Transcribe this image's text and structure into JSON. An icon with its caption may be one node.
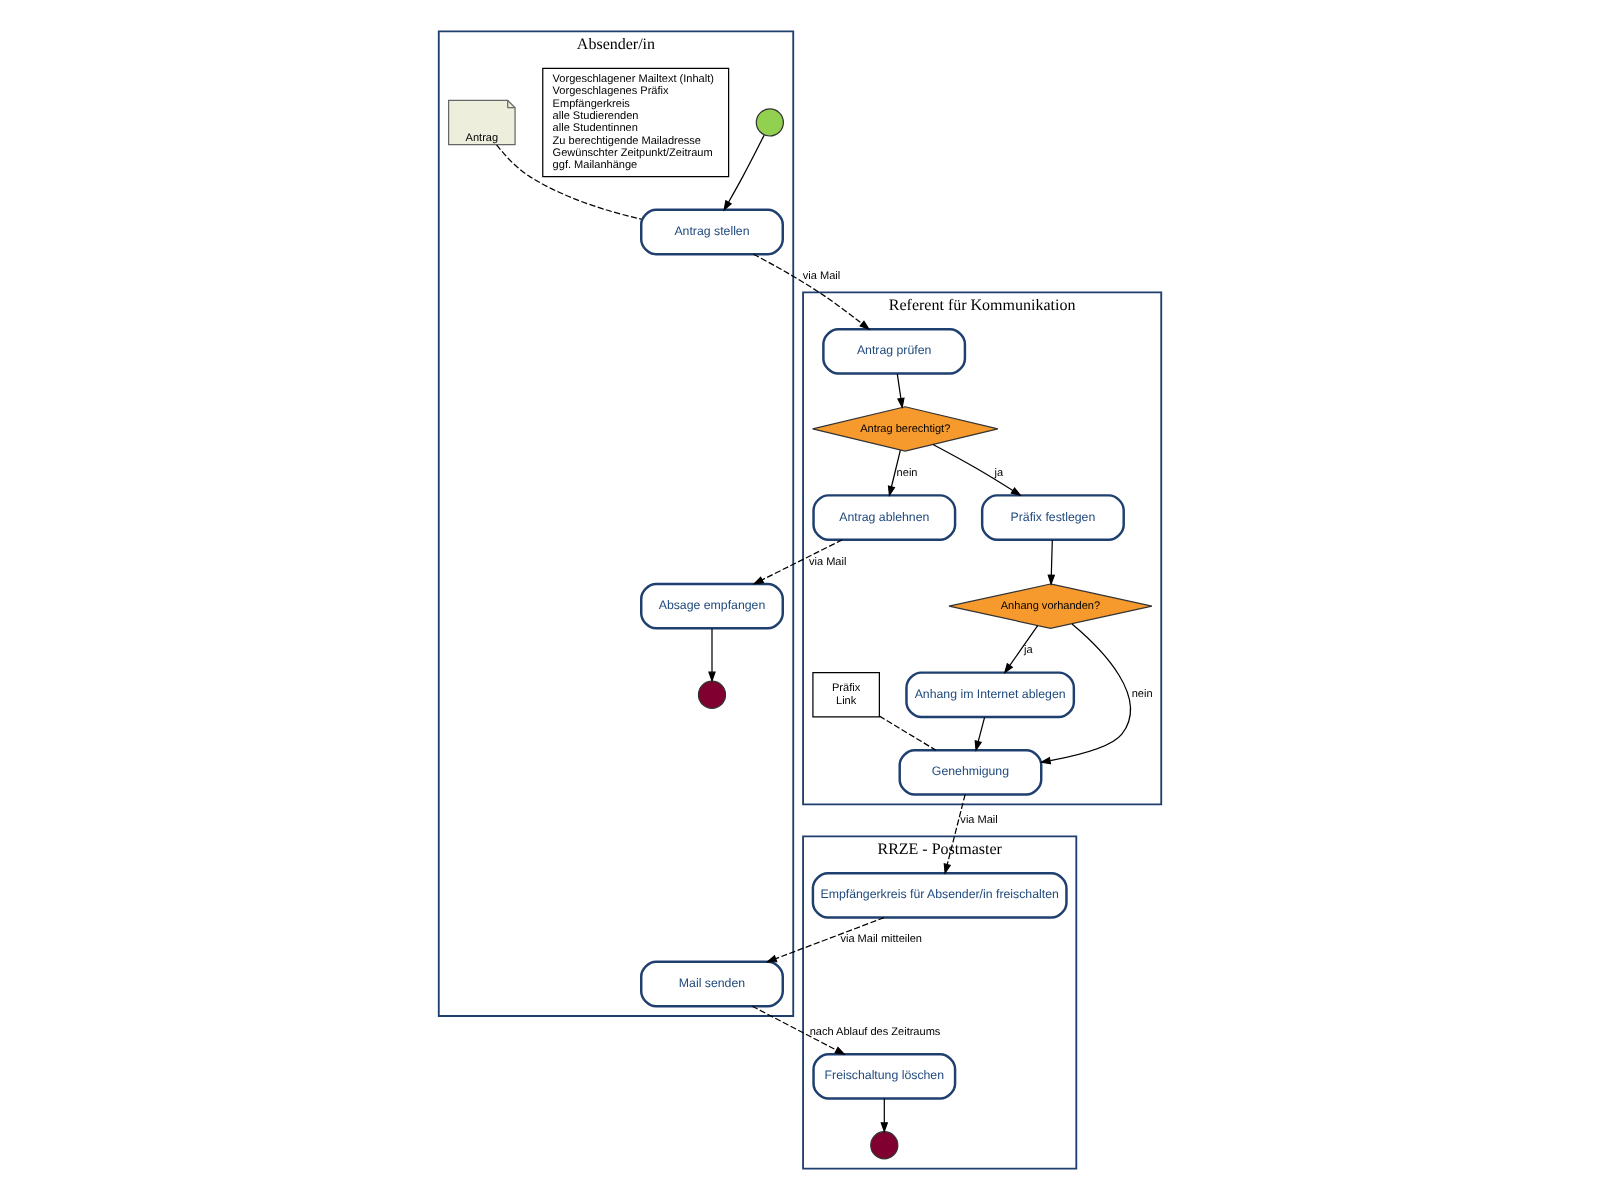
{
  "diagram": {
    "nodes": [
      {
        "text": [
          "Absender/in"
        ]
      },
      {
        "text": [
          "Referent für Kommunikation"
        ]
      },
      {
        "text": [
          "RRZE - Postmaster"
        ]
      },
      {
        "text": [],
        "shape": "circle",
        "in": 0
      },
      {
        "text": [
          "Vorgeschlagener Mailtext (Inhalt)",
          "Vorgeschlagenes Präfix",
          "Empfängerkreis",
          "alle Studierenden",
          "alle Studentinnen",
          "Zu berechtigende Mailadresse",
          "Gewünschter Zeitpunkt/Zeitraum",
          "ggf. Mailanhänge"
        ],
        "in": 0
      },
      {
        "text": [
          "Antrag"
        ],
        "in": 0
      },
      {
        "text": [
          "Antrag stellen"
        ],
        "in": 0
      },
      {
        "text": [
          "Absage empfangen"
        ],
        "in": 0
      },
      {
        "text": [],
        "shape": "circle",
        "in": 0
      },
      {
        "text": [
          "Mail senden"
        ],
        "in": 0
      },
      {
        "text": [
          "Antrag prüfen"
        ],
        "in": 1
      },
      {
        "text": [
          "Antrag berechtigt?"
        ],
        "in": 1
      },
      {
        "text": [
          "Antrag ablehnen"
        ],
        "in": 1
      },
      {
        "text": [
          "Präfix festlegen"
        ],
        "in": 1
      },
      {
        "text": [
          "Anhang vorhanden?"
        ],
        "in": 1
      },
      {
        "text": [
          "Anhang im Internet ablegen"
        ],
        "in": 1
      },
      {
        "text": [
          "Präfix",
          "Link"
        ],
        "in": 1
      },
      {
        "text": [
          "Genehmigung"
        ],
        "in": 1
      },
      {
        "text": [
          "Empfängerkreis für Absender/in freischalten"
        ],
        "in": 2
      },
      {
        "text": [
          "Freischaltung löschen"
        ],
        "in": 2
      },
      {
        "text": [],
        "shape": "circle",
        "in": 2
      }
    ],
    "edges": [
      {
        "from": 3,
        "to": 6,
        "arrow": "to"
      },
      {
        "from": 5,
        "to": 6,
        "arrow": "none",
        "style": "dashed"
      },
      {
        "from": 6,
        "to": 10,
        "arrow": "to",
        "style": "dashed",
        "label": "via Mail"
      },
      {
        "from": 10,
        "to": 11,
        "arrow": "to"
      },
      {
        "from": 11,
        "to": 12,
        "arrow": "to",
        "label": "nein"
      },
      {
        "from": 12,
        "to": 7,
        "arrow": "to",
        "style": "dashed",
        "label": "via Mail"
      },
      {
        "from": 7,
        "to": 8,
        "arrow": "to"
      },
      {
        "from": 11,
        "to": 13,
        "arrow": "to",
        "label": "ja"
      },
      {
        "from": 13,
        "to": 14,
        "arrow": "to"
      },
      {
        "from": 14,
        "to": 17,
        "arrow": "to",
        "label": "nein"
      },
      {
        "from": 14,
        "to": 15,
        "arrow": "to",
        "label": "ja"
      },
      {
        "from": 15,
        "to": 17,
        "arrow": "to"
      },
      {
        "from": 16,
        "to": 17,
        "arrow": "none",
        "style": "dashed"
      },
      {
        "from": 17,
        "to": 18,
        "arrow": "to",
        "style": "dashed",
        "label": "via Mail"
      },
      {
        "from": 18,
        "to": 9,
        "arrow": "to",
        "style": "dashed",
        "label": "via Mail mitteilen"
      },
      {
        "from": 9,
        "to": 19,
        "arrow": "to",
        "style": "dashed",
        "label": "nach Ablauf des Zeitraums"
      },
      {
        "from": 19,
        "to": 20,
        "arrow": "to"
      }
    ]
  }
}
